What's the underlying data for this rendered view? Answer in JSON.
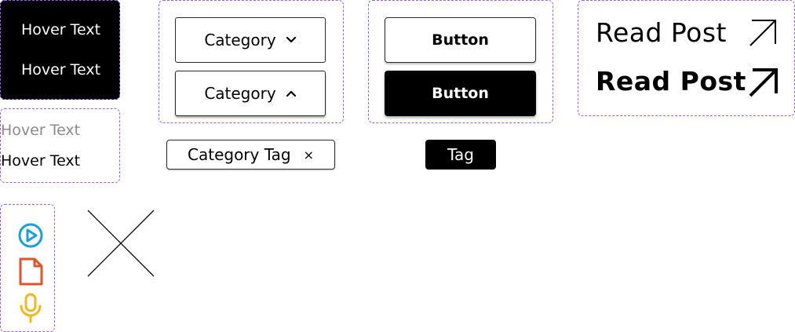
{
  "hover_dark": {
    "line1": "Hover Text",
    "line2": "Hover Text"
  },
  "hover_light": {
    "line1": "Hover Text",
    "line2": "Hover Text"
  },
  "category_dropdown": {
    "closed_label": "Category",
    "open_label": "Category",
    "closed_icon": "chevron-down-icon",
    "open_icon": "chevron-up-icon"
  },
  "category_tag": {
    "label": "Category Tag",
    "close_glyph": "×"
  },
  "buttons": {
    "outline_label": "Button",
    "filled_label": "Button"
  },
  "tag": {
    "label": "Tag"
  },
  "read_post": {
    "regular_label": "Read Post",
    "bold_label": "Read Post",
    "icon": "arrow-up-right-icon"
  },
  "icons": [
    "play-circle-icon",
    "file-icon",
    "microphone-icon"
  ],
  "colors": {
    "frame_dash": "#9d5cff",
    "hover_muted": "#8a8a8a",
    "play": "#1a9fd8",
    "file": "#e0522a",
    "mic": "#f3b81d"
  }
}
